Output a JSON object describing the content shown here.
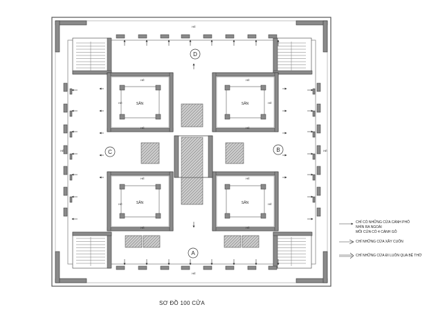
{
  "caption": "SƠ ĐỒ 100 CỬA",
  "room_labels": {
    "he": "HÈ",
    "san": "SÂN"
  },
  "section_labels": {
    "top": "D",
    "right": "B",
    "left": "C",
    "bottom": "A"
  },
  "legend": [
    {
      "line1": "CHỈ CÓ NHỮNG CỬA CÁNH PHỐ",
      "line2": "NHÌN RA NGOÀI",
      "line3": "MỖI CỬA CÓ 4 CÁNH GỖ",
      "symbol": "arrow-solid"
    },
    {
      "line1": "CHỈ NHỮNG CỬA XÂY CUỐN",
      "symbol": "arrow-open"
    },
    {
      "line1": "CHỈ NHỮNG CỬA ĐI LUÔN QUA BỆ THỜ",
      "symbol": "arrow-double"
    }
  ]
}
